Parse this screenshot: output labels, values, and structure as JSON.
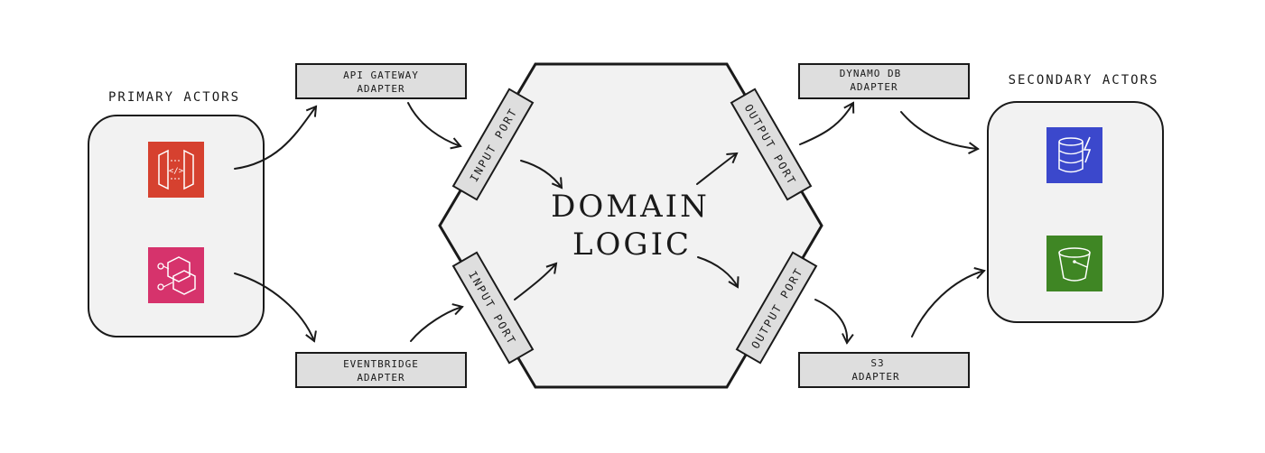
{
  "primary": {
    "title": "PRIMARY ACTORS",
    "icons": [
      {
        "name": "api-gateway-icon",
        "color": "#d6412f"
      },
      {
        "name": "eventbridge-icon",
        "color": "#d6336c"
      }
    ]
  },
  "secondary": {
    "title": "SECONDARY ACTORS",
    "icons": [
      {
        "name": "dynamodb-icon",
        "color": "#3b48cc"
      },
      {
        "name": "s3-bucket-icon",
        "color": "#3f8624"
      }
    ]
  },
  "adapters": {
    "api_gateway": {
      "line1": "API GATEWAY",
      "line2": "ADAPTER"
    },
    "eventbridge": {
      "line1": "EVENTBRIDGE",
      "line2": "ADAPTER"
    },
    "dynamo": {
      "line1": "DYNAMO DB",
      "line2": "ADAPTER"
    },
    "s3": {
      "line1": "S3",
      "line2": "ADAPTER"
    }
  },
  "ports": {
    "input_top": "INPUT PORT",
    "input_bottom": "INPUT PORT",
    "output_top": "OUTPUT PORT",
    "output_bottom": "OUTPUT PORT"
  },
  "domain": {
    "line1": "DOMAIN",
    "line2": "LOGIC"
  },
  "colors": {
    "box_fill": "#dedede",
    "panel_fill": "#f2f2f2",
    "stroke": "#1a1a1a"
  }
}
